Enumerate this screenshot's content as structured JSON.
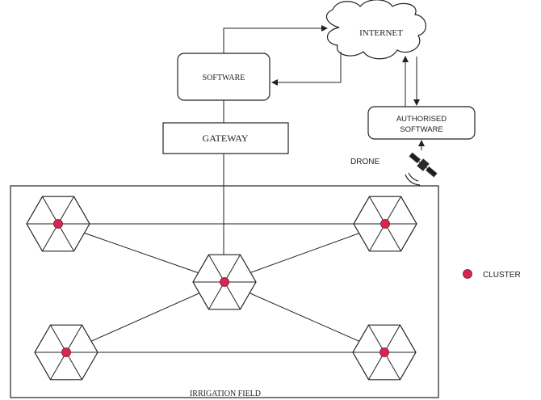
{
  "diagram": {
    "nodes": {
      "internet": {
        "label": "INTERNET",
        "shape": "cloud"
      },
      "software": {
        "label": "SOFTWARE",
        "shape": "rounded-rect"
      },
      "gateway": {
        "label": "GATEWAY",
        "shape": "rect"
      },
      "authorised_software": {
        "label_line1": "AUTHORISED",
        "label_line2": "SOFTWARE",
        "shape": "rounded-rect"
      },
      "drone": {
        "label": "DRONE",
        "icon": "satellite-icon"
      },
      "field": {
        "label": "IRRIGATION FIELD",
        "shape": "rect"
      }
    },
    "clusters": [
      {
        "id": "cluster-top-left",
        "shape": "hexagon"
      },
      {
        "id": "cluster-top-right",
        "shape": "hexagon"
      },
      {
        "id": "cluster-center",
        "shape": "hexagon"
      },
      {
        "id": "cluster-bottom-left",
        "shape": "hexagon"
      },
      {
        "id": "cluster-bottom-right",
        "shape": "hexagon"
      }
    ],
    "legend": {
      "label": "CLUSTER",
      "marker": "cluster-dot"
    }
  },
  "colors": {
    "stroke": "#222222",
    "cluster_fill": "#d8264f",
    "cluster_stroke": "#7a1030",
    "background": "#ffffff"
  }
}
